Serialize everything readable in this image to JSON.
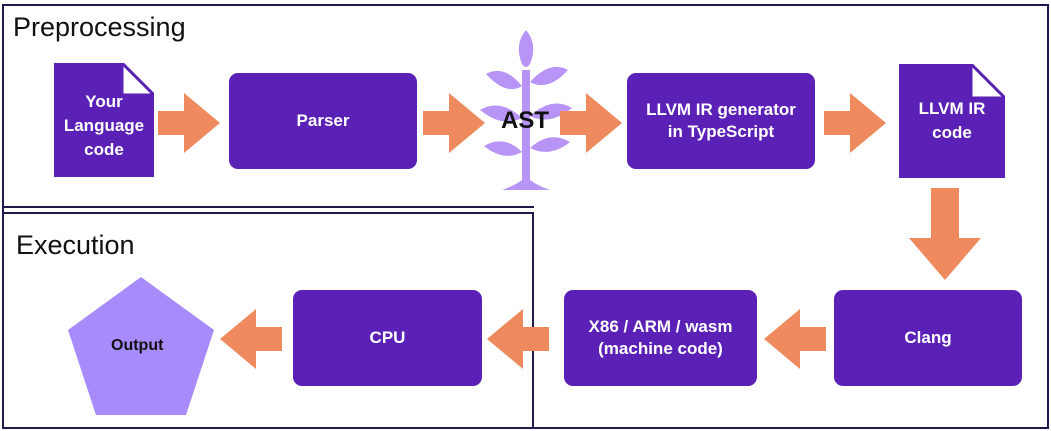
{
  "sections": {
    "preprocessing": "Preprocessing",
    "execution": "Execution"
  },
  "nodes": {
    "source_doc": "Your\nLanguage\ncode",
    "parser": "Parser",
    "ast": "AST",
    "ir_generator": "LLVM IR generator\nin TypeScript",
    "ir_doc": "LLVM IR\ncode",
    "clang": "Clang",
    "machine_code": "X86 / ARM / wasm\n(machine code)",
    "cpu": "CPU",
    "output": "Output"
  },
  "colors": {
    "node_fill": "#5b21b6",
    "arrow": "#ee8a5e",
    "tree": "#b794f6",
    "output_fill": "#a78bfa",
    "frame": "#1e1b4b"
  }
}
